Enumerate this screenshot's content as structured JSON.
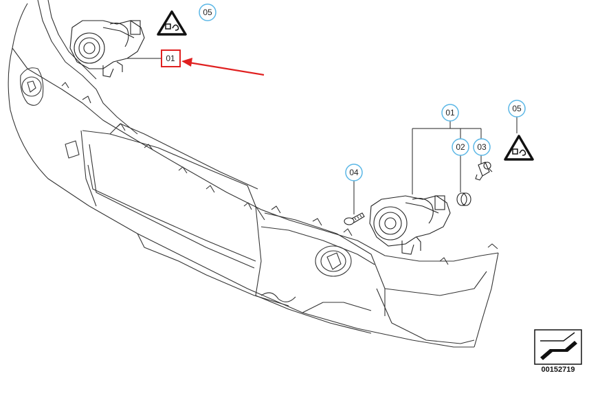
{
  "callouts": {
    "top_part": "01",
    "top_warning": "05",
    "right_part": "01",
    "right_warning": "05",
    "sub_a": "02",
    "sub_b": "03",
    "screw": "04"
  },
  "diagram_number": "00152719",
  "colors": {
    "line": "#222222",
    "callout_ring": "#5bb7e6",
    "highlight": "#e02020"
  }
}
